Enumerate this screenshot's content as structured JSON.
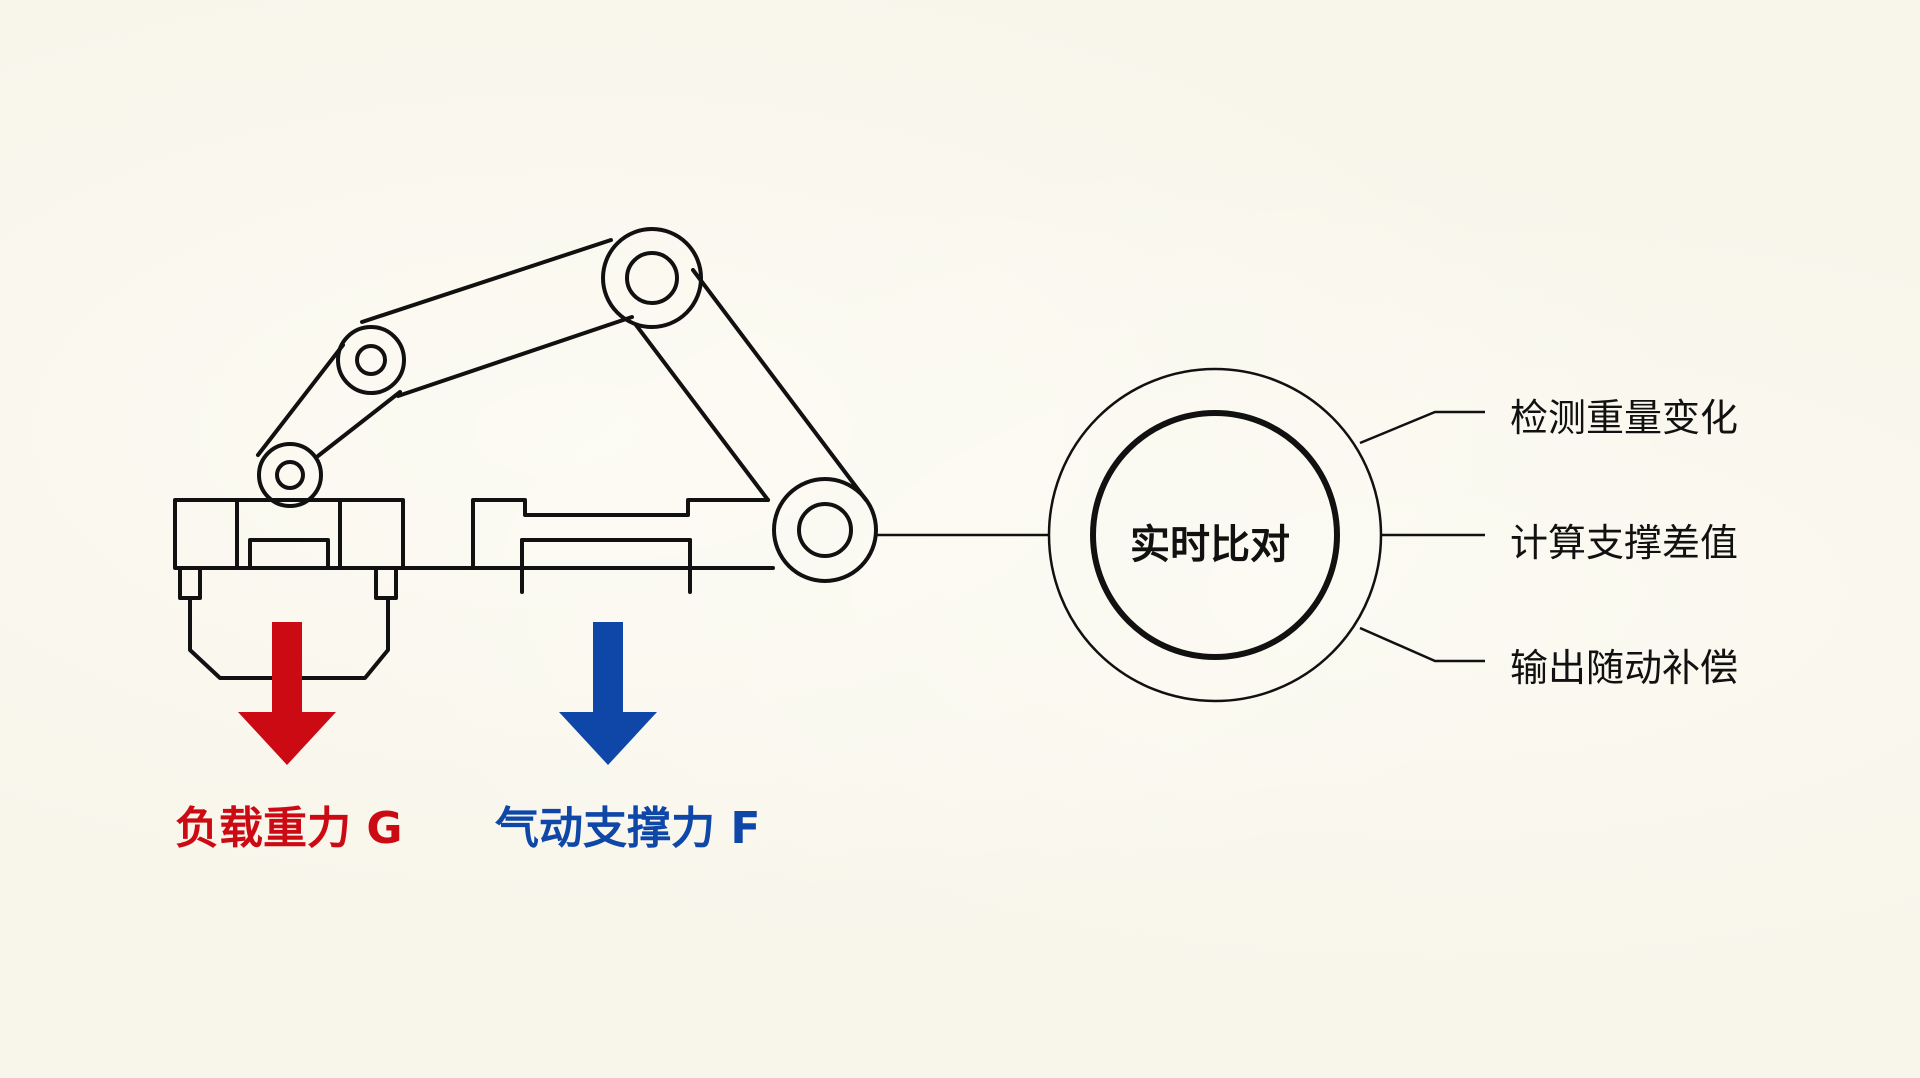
{
  "load_force": {
    "label": "负载重力 G",
    "color": "#cc0a14",
    "icon": "down-arrow-icon"
  },
  "support_force": {
    "label": "气动支撑力 F",
    "color": "#0f47a8",
    "icon": "down-arrow-icon"
  },
  "controller": {
    "label": "实时比对"
  },
  "steps": [
    {
      "label": "检测重量变化"
    },
    {
      "label": "计算支撑差值"
    },
    {
      "label": "输出随动补偿"
    }
  ],
  "line_color": "#111111"
}
